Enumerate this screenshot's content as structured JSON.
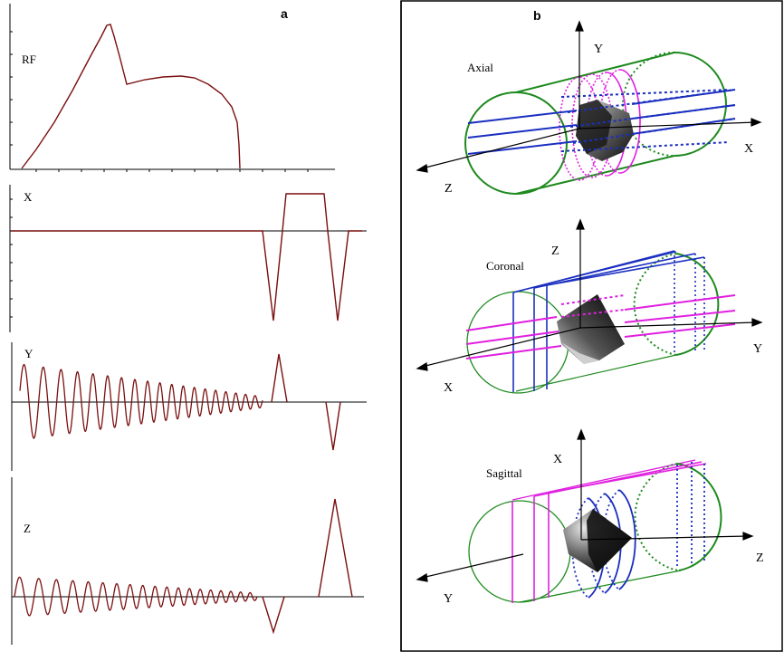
{
  "panel_a": {
    "letter": "a",
    "traces": [
      {
        "label": "RF"
      },
      {
        "label": "X"
      },
      {
        "label": "Y"
      },
      {
        "label": "Z"
      }
    ]
  },
  "panel_b": {
    "letter": "b",
    "views": [
      {
        "title": "Axial",
        "axis_up": "Y",
        "axis_right": "X",
        "axis_left": "Z"
      },
      {
        "title": "Coronal",
        "axis_up": "Z",
        "axis_right": "Y",
        "axis_left": "X"
      },
      {
        "title": "Sagittal",
        "axis_up": "X",
        "axis_right": "Z",
        "axis_left": "Y"
      }
    ]
  },
  "colors": {
    "trace": "#7a0f0f",
    "cylinder": "#1e8a1e",
    "blue_planes": "#1a2fc0",
    "magenta_planes": "#e020e0",
    "frame": "#000000"
  }
}
